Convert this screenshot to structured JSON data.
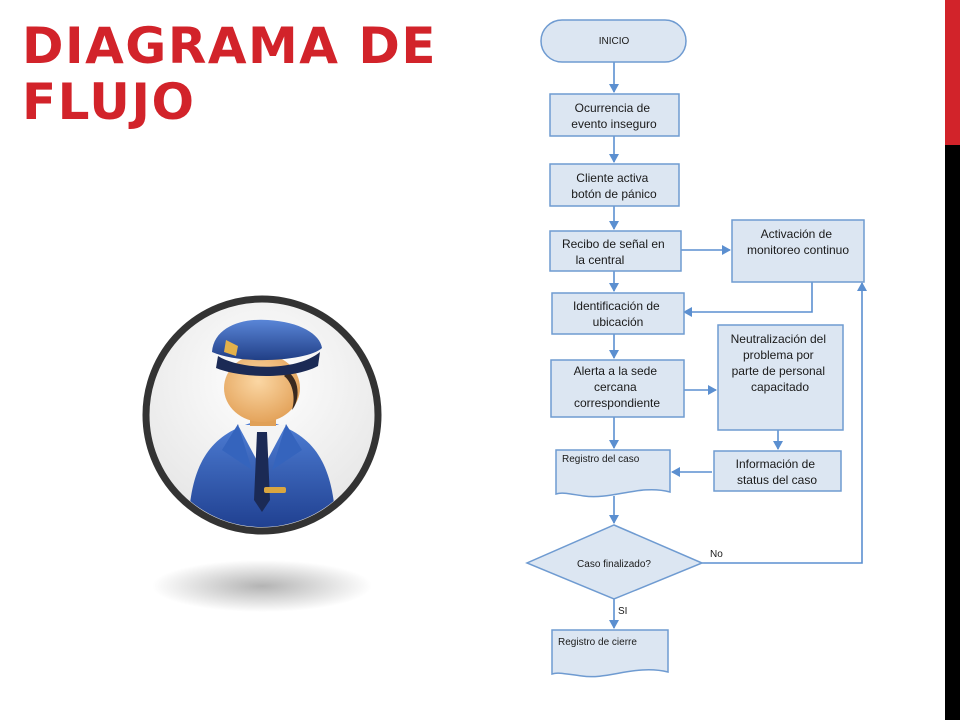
{
  "slide": {
    "title_line1": "DIAGRAMA  DE",
    "title_line2": "FLUJO"
  },
  "flowchart": {
    "start": "INICIO",
    "step1": [
      "Ocurrencia de",
      "evento inseguro"
    ],
    "step2": [
      "Cliente activa",
      "botón de pánico"
    ],
    "step3": [
      "Recibo de señal en",
      "la central"
    ],
    "step4": [
      "Identificación de",
      "ubicación"
    ],
    "step5": [
      "Alerta a la sede",
      "cercana",
      "correspondiente"
    ],
    "monitor": [
      "Activación de",
      "monitoreo continuo"
    ],
    "neutralize": [
      "Neutralización del",
      "problema por",
      "parte de personal",
      "capacitado"
    ],
    "status": [
      "Información de",
      "status del caso"
    ],
    "record": "Registro del caso",
    "decision": "Caso finalizado?",
    "no_label": "No",
    "yes_label": "SI",
    "close": "Registro de cierre"
  },
  "colors": {
    "title": "#d2232a",
    "box_fill": "#dce6f2",
    "box_stroke": "#6f9bd1",
    "arrow": "#5b8fd0",
    "text": "#1a1a1a"
  },
  "icons": {
    "avatar": "security-guard-icon"
  }
}
